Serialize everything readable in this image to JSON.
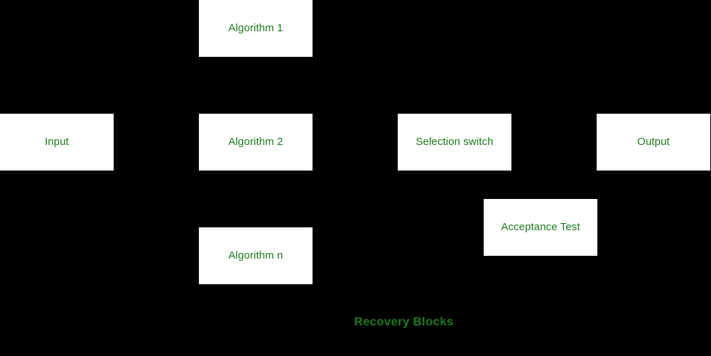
{
  "diagram": {
    "title": "Recovery Blocks",
    "background_color": "#000000",
    "node_fill_color": "#ffffff",
    "text_color": "#1b7a1b",
    "caption": "Recovery Blocks",
    "nodes": [
      {
        "id": "algorithm-1",
        "label": "Algorithm 1"
      },
      {
        "id": "input",
        "label": "Input"
      },
      {
        "id": "algorithm-2",
        "label": "Algorithm 2"
      },
      {
        "id": "selection-switch",
        "label": "Selection switch"
      },
      {
        "id": "output",
        "label": "Output"
      },
      {
        "id": "acceptance-test",
        "label": "Acceptance Test"
      },
      {
        "id": "algorithm-n",
        "label": "Algorithm n"
      }
    ]
  }
}
